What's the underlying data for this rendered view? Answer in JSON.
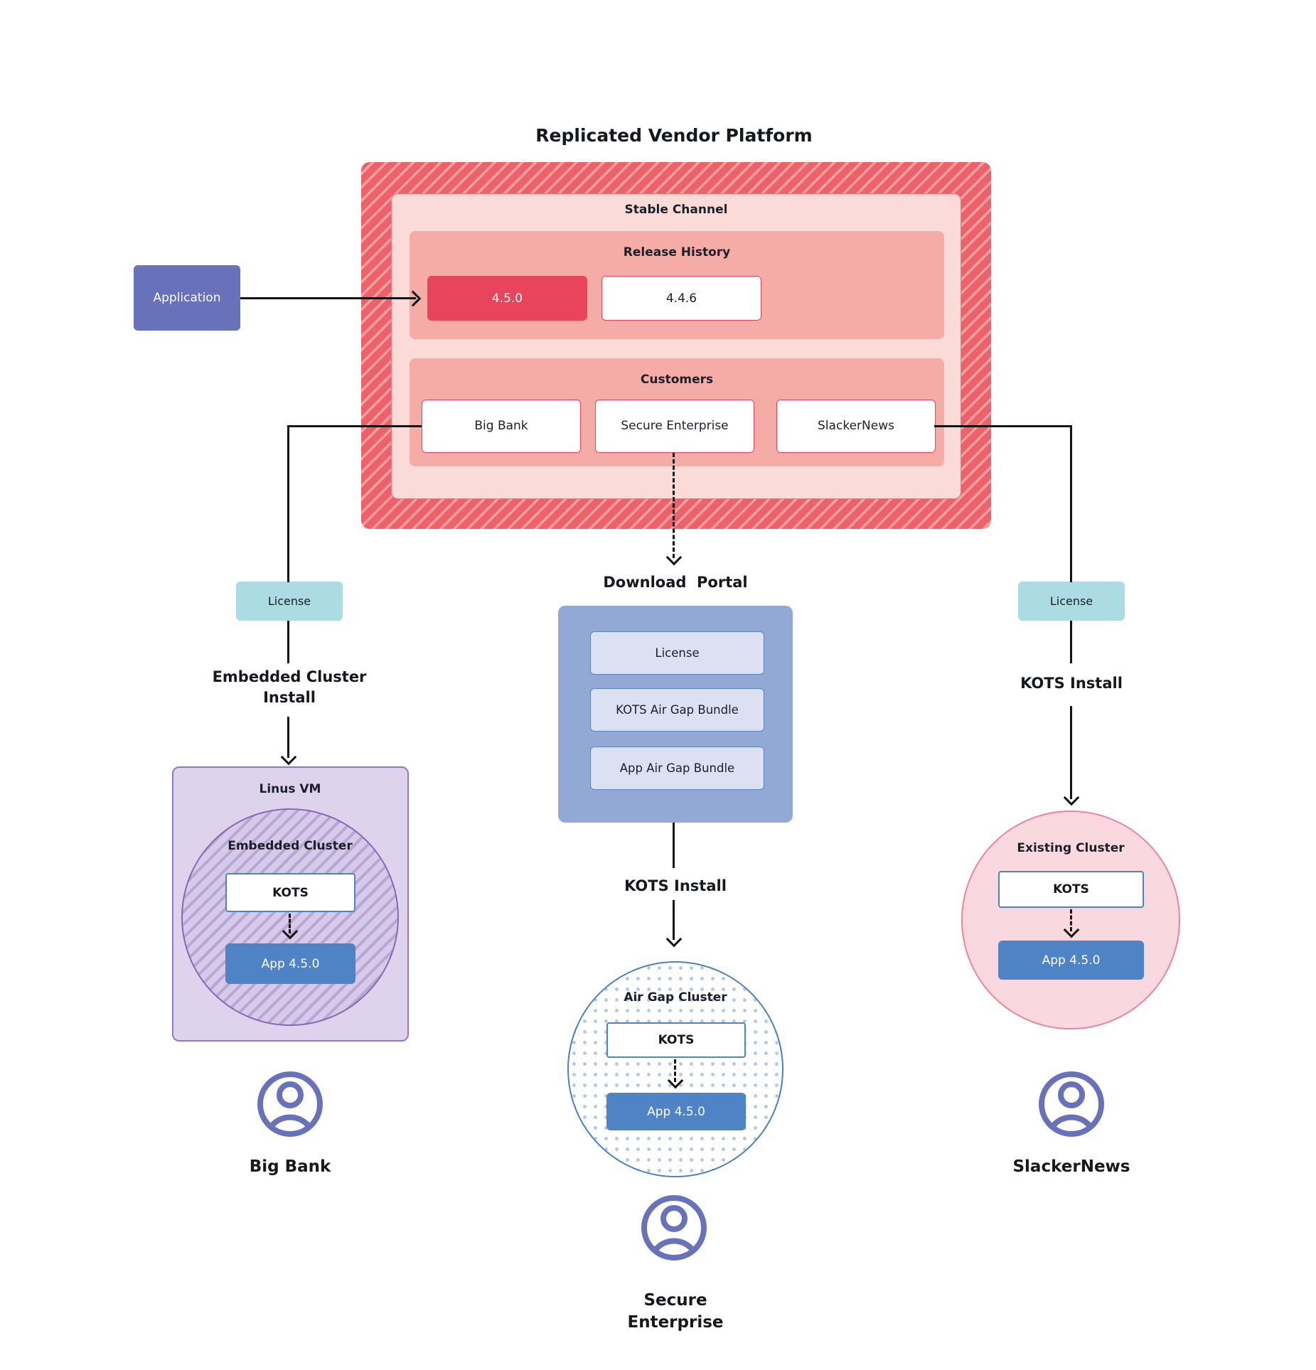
{
  "title": "Replicated Vendor Platform",
  "colors": {
    "platform_hatch_red": "#ef6169",
    "stable_channel_pink": "#fadbd7",
    "section_salmon": "#f5aba6",
    "release_active_red": "#e8455c",
    "application_purple": "#6872ba",
    "license_teal": "#abdce4",
    "vm_lavender": "#ddd3ec",
    "cluster_purple_border": "#8a68b0",
    "kots_border_blue": "#4d82c6",
    "app_blue": "#4e83c5",
    "portal_blue": "#93a9d5",
    "portal_item_blue": "#dbe0f3",
    "airgap_border_blue": "#4b80c3",
    "existing_pink": "#f9d8e0",
    "existing_border_pink": "#ef81a1",
    "user_icon_purple": "#6872ba"
  },
  "platform": {
    "stable_channel_label": "Stable Channel",
    "release_history_label": "Release History",
    "release_current": "4.5.0",
    "release_previous": "4.4.6",
    "customers_label": "Customers",
    "customers": [
      "Big Bank",
      "Secure Enterprise",
      "SlackerNews"
    ]
  },
  "application_label": "Application",
  "flows": {
    "left": {
      "license_label": "License",
      "install_label_line1": "Embedded Cluster",
      "install_label_line2": "Install",
      "vm_label": "Linus VM",
      "cluster_label": "Embedded Cluster",
      "kots_label": "KOTS",
      "app_label": "App 4.5.0",
      "user_label": "Big Bank"
    },
    "middle": {
      "portal_label": "Download  Portal",
      "portal_items": [
        "License",
        "KOTS Air Gap Bundle",
        "App Air Gap Bundle"
      ],
      "install_label": "KOTS Install",
      "cluster_label": "Air Gap Cluster",
      "kots_label": "KOTS",
      "app_label": "App 4.5.0",
      "user_label_line1": "Secure",
      "user_label_line2": "Enterprise"
    },
    "right": {
      "license_label": "License",
      "install_label": "KOTS Install",
      "cluster_label": "Existing Cluster",
      "kots_label": "KOTS",
      "app_label": "App 4.5.0",
      "user_label": "SlackerNews"
    }
  }
}
